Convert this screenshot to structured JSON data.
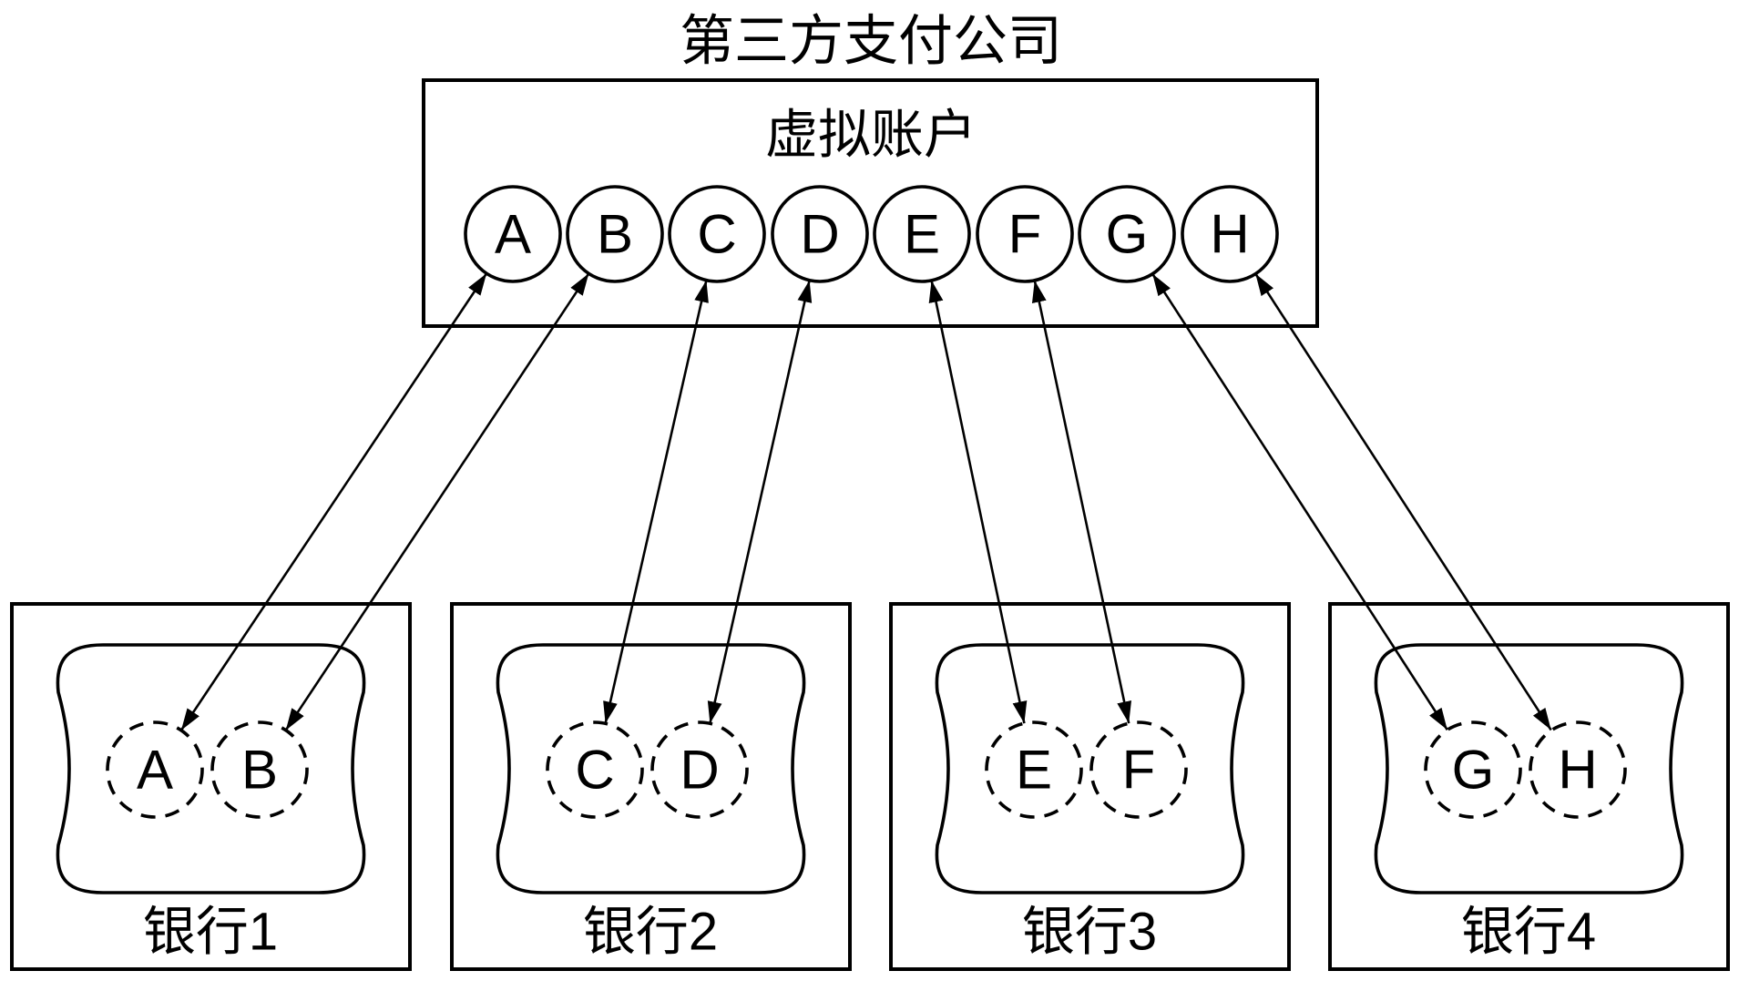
{
  "title": "第三方支付公司",
  "virtual_accounts": {
    "label": "虚拟账户",
    "items": [
      "A",
      "B",
      "C",
      "D",
      "E",
      "F",
      "G",
      "H"
    ]
  },
  "banks": [
    {
      "name": "银行1",
      "accounts": [
        "A",
        "B"
      ]
    },
    {
      "name": "银行2",
      "accounts": [
        "C",
        "D"
      ]
    },
    {
      "name": "银行3",
      "accounts": [
        "E",
        "F"
      ]
    },
    {
      "name": "银行4",
      "accounts": [
        "G",
        "H"
      ]
    }
  ],
  "links": [
    {
      "from": "A",
      "to": "银行1"
    },
    {
      "from": "B",
      "to": "银行1"
    },
    {
      "from": "C",
      "to": "银行2"
    },
    {
      "from": "D",
      "to": "银行2"
    },
    {
      "from": "E",
      "to": "银行3"
    },
    {
      "from": "F",
      "to": "银行3"
    },
    {
      "from": "G",
      "to": "银行4"
    },
    {
      "from": "H",
      "to": "银行4"
    }
  ],
  "colors": {
    "stroke": "#000000",
    "background": "#ffffff"
  }
}
